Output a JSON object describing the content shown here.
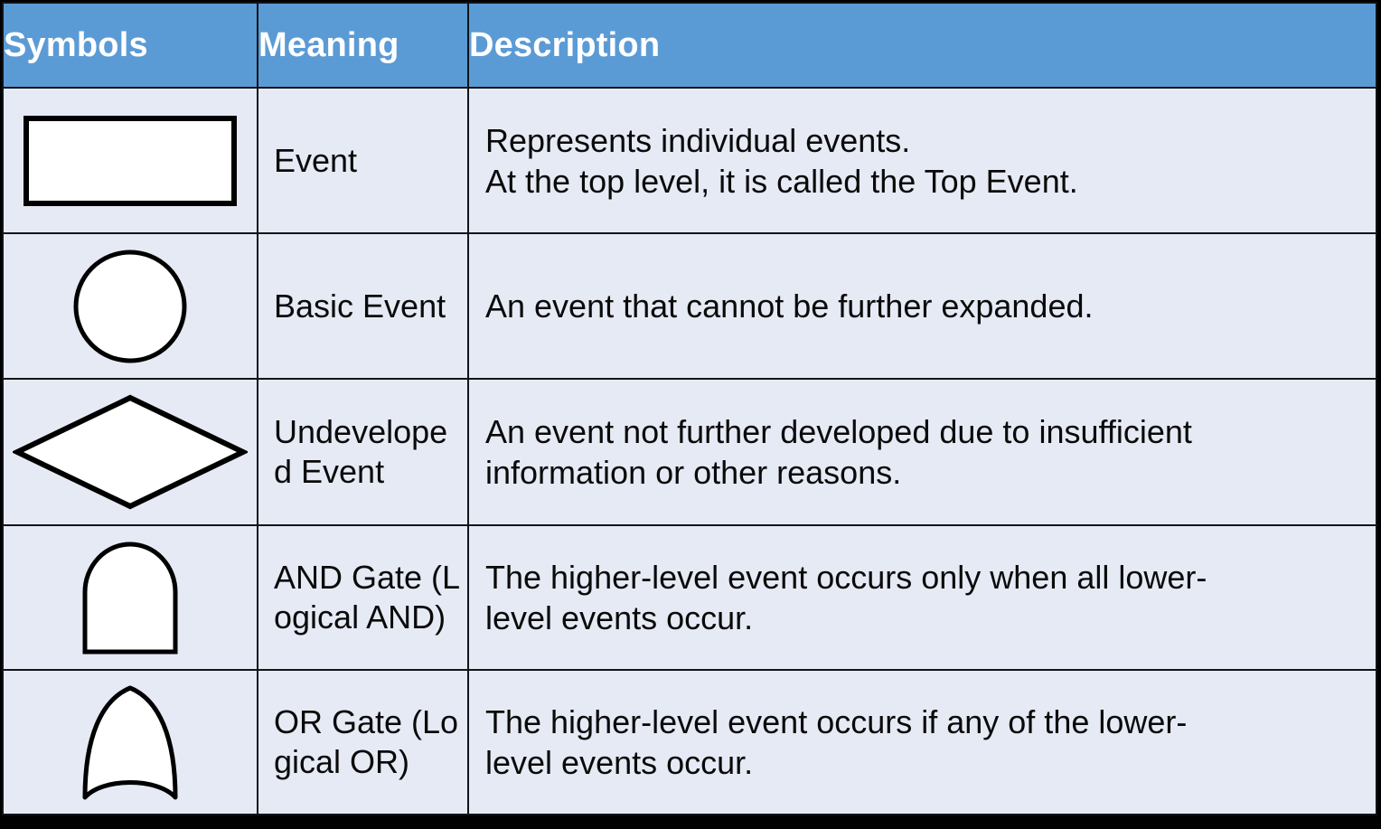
{
  "table": {
    "headers": {
      "symbols": "Symbols",
      "meaning": "Meaning",
      "description": "Description"
    },
    "colors": {
      "header_background": "#5B9BD5",
      "header_text": "#FFFFFF",
      "cell_background": "#E6EAF4",
      "border": "#111418",
      "shape_fill": "#FFFFFF",
      "shape_stroke": "#000000",
      "page_background": "#000000"
    },
    "rows": [
      {
        "symbol": "rectangle-event-shape",
        "meaning": "Event",
        "description_lines": [
          "Represents individual events.",
          "At the top level, it is called the Top Event."
        ]
      },
      {
        "symbol": "circle-basic-event-shape",
        "meaning": "Basic Event",
        "description_lines": [
          "An event that cannot be further expanded."
        ]
      },
      {
        "symbol": "diamond-undeveloped-event-shape",
        "meaning": "Undeveloped Event",
        "description_lines": [
          "An event not further developed due to insufficient",
          "information or other reasons."
        ]
      },
      {
        "symbol": "and-gate-shape",
        "meaning": "AND Gate (Logical AND)",
        "description_lines": [
          "The higher-level event occurs only when all lower-",
          "level events occur."
        ]
      },
      {
        "symbol": "or-gate-shape",
        "meaning": "OR Gate (Logical OR)",
        "description_lines": [
          "The higher-level event occurs if any of the lower-",
          "level events occur."
        ]
      }
    ]
  }
}
